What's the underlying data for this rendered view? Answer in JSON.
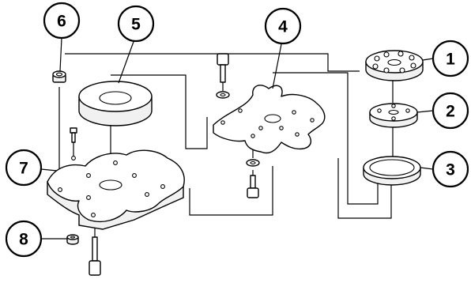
{
  "callouts": [
    {
      "id": "callout-1",
      "label": "1"
    },
    {
      "id": "callout-2",
      "label": "2"
    },
    {
      "id": "callout-3",
      "label": "3"
    },
    {
      "id": "callout-4",
      "label": "4"
    },
    {
      "id": "callout-5",
      "label": "5"
    },
    {
      "id": "callout-6",
      "label": "6"
    },
    {
      "id": "callout-7",
      "label": "7"
    },
    {
      "id": "callout-8",
      "label": "8"
    }
  ],
  "colors": {
    "line": "#000000",
    "background": "#ffffff",
    "shade": "#f1f1f1"
  }
}
